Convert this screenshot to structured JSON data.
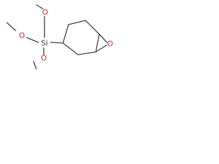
{
  "molecule": {
    "atoms": {
      "si": "Si",
      "o_top": "O",
      "o_left": "O",
      "o_bottom": "O",
      "o_epoxide": "O"
    }
  },
  "colors": {
    "bond": "#3a3a3a",
    "oxygen": "#e02020",
    "silicon": "#3a3a3a",
    "background": "#ffffff"
  }
}
